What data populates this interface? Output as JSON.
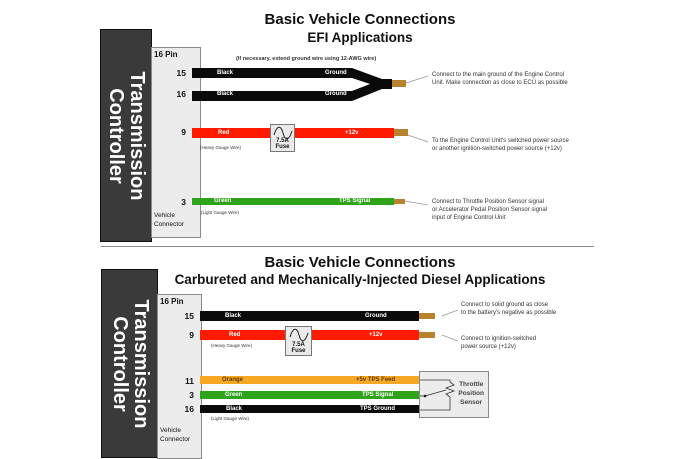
{
  "efi": {
    "title": "Basic Vehicle Connections",
    "subtitle": "EFI Applications",
    "controller_label_line1": "Transmission",
    "controller_label_line2": "Controller",
    "connector_title": "16 Pin",
    "connector_footer_line1": "Vehicle",
    "connector_footer_line2": "Connector",
    "ground_note": "(If necessary, extend ground wire using 12-AWG wire)",
    "wires": [
      {
        "pin": "15",
        "color_name": "Black",
        "function": "Ground",
        "color": "#0a0a0a"
      },
      {
        "pin": "16",
        "color_name": "Black",
        "function": "Ground",
        "color": "#0a0a0a"
      },
      {
        "pin": "9",
        "color_name": "Red",
        "function": "+12v",
        "color": "#ff1a00",
        "gauge": "(Heavy Gauge Wire)"
      },
      {
        "pin": "3",
        "color_name": "Green",
        "function": "TPS Signal",
        "color": "#2fa41a",
        "gauge": "(Light Gauge Wire)"
      }
    ],
    "fuse": {
      "line1": "7.5A",
      "line2": "Fuse"
    },
    "notes": [
      {
        "line1": "Connect to the main ground of the Engine Control",
        "line2": "Unit. Make connection as close to ECU as possible"
      },
      {
        "line1": "To the Engine Control Unit's switched power source",
        "line2": "or another ignition-switched power source (+12v)"
      },
      {
        "line1": "Connect to Throttle Position Sensor signal",
        "line2": "or Accelerator Pedal Position Sensor signal",
        "line3": "input of Engine Control Unit"
      }
    ]
  },
  "carb": {
    "title": "Basic Vehicle Connections",
    "subtitle": "Carbureted and Mechanically-Injected Diesel Applications",
    "controller_label_line1": "Transmission",
    "controller_label_line2": "Controller",
    "connector_title": "16 Pin",
    "connector_footer_line1": "Vehicle",
    "connector_footer_line2": "Connector",
    "wires": [
      {
        "pin": "15",
        "color_name": "Black",
        "function": "Ground",
        "color": "#0a0a0a"
      },
      {
        "pin": "9",
        "color_name": "Red",
        "function": "+12v",
        "color": "#ff1a00",
        "gauge": "(Heavy Gauge Wire)"
      },
      {
        "pin": "11",
        "color_name": "Orange",
        "function": "+5v TPS Feed",
        "color": "#f7a823"
      },
      {
        "pin": "3",
        "color_name": "Green",
        "function": "TPS Signal",
        "color": "#2fa41a"
      },
      {
        "pin": "16",
        "color_name": "Black",
        "function": "TPS Ground",
        "color": "#0a0a0a",
        "gauge": "(Light Gauge Wire)"
      }
    ],
    "fuse": {
      "line1": "7.5A",
      "line2": "Fuse"
    },
    "sensor": {
      "line1": "Throttle",
      "line2": "Position",
      "line3": "Sensor"
    },
    "notes": [
      {
        "line1": "Connect to solid ground as close",
        "line2": "to the battery's negative as possible"
      },
      {
        "line1": "Connect to ignition-switched",
        "line2": "power source (+12v)"
      }
    ]
  },
  "colors": {
    "controller": "#3a3a3a",
    "connector": "#ececec",
    "wire_tip": "#b8822e"
  }
}
